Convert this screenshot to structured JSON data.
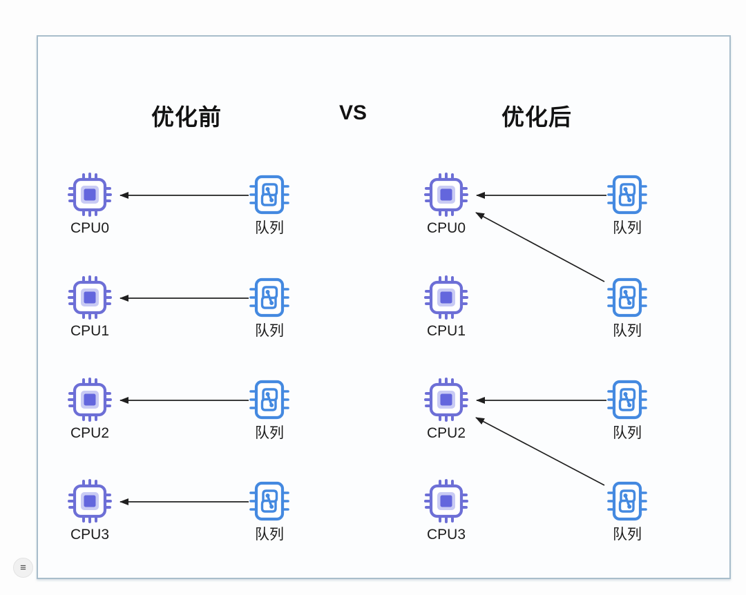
{
  "headers": {
    "before": "优化前",
    "vs": "VS",
    "after": "优化后"
  },
  "colors": {
    "page_bg": "#fdfdfd",
    "panel_bg": "#fcfdfe",
    "panel_border": "#a8bdcb",
    "cpu_icon": "#6d6fd6",
    "cpu_core": "#6366dd",
    "cpu_pad": "#c9cbf4",
    "queue_icon": "#4489e0",
    "arrow": "#1f1f1f",
    "label_text": "#1c1c1c"
  },
  "sections": [
    {
      "id": "before",
      "rows": [
        {
          "cpu": "CPU0",
          "queue": "队列"
        },
        {
          "cpu": "CPU1",
          "queue": "队列"
        },
        {
          "cpu": "CPU2",
          "queue": "队列"
        },
        {
          "cpu": "CPU3",
          "queue": "队列"
        }
      ],
      "edges": [
        {
          "from_queue": 0,
          "to_cpu": 0
        },
        {
          "from_queue": 1,
          "to_cpu": 1
        },
        {
          "from_queue": 2,
          "to_cpu": 2
        },
        {
          "from_queue": 3,
          "to_cpu": 3
        }
      ]
    },
    {
      "id": "after",
      "rows": [
        {
          "cpu": "CPU0",
          "queue": "队列"
        },
        {
          "cpu": "CPU1",
          "queue": "队列"
        },
        {
          "cpu": "CPU2",
          "queue": "队列"
        },
        {
          "cpu": "CPU3",
          "queue": "队列"
        }
      ],
      "edges": [
        {
          "from_queue": 0,
          "to_cpu": 0
        },
        {
          "from_queue": 1,
          "to_cpu": 0
        },
        {
          "from_queue": 2,
          "to_cpu": 2
        },
        {
          "from_queue": 3,
          "to_cpu": 2
        }
      ]
    }
  ],
  "menu_button": {
    "icon_name": "hamburger-icon",
    "icon_glyph": "≡"
  }
}
